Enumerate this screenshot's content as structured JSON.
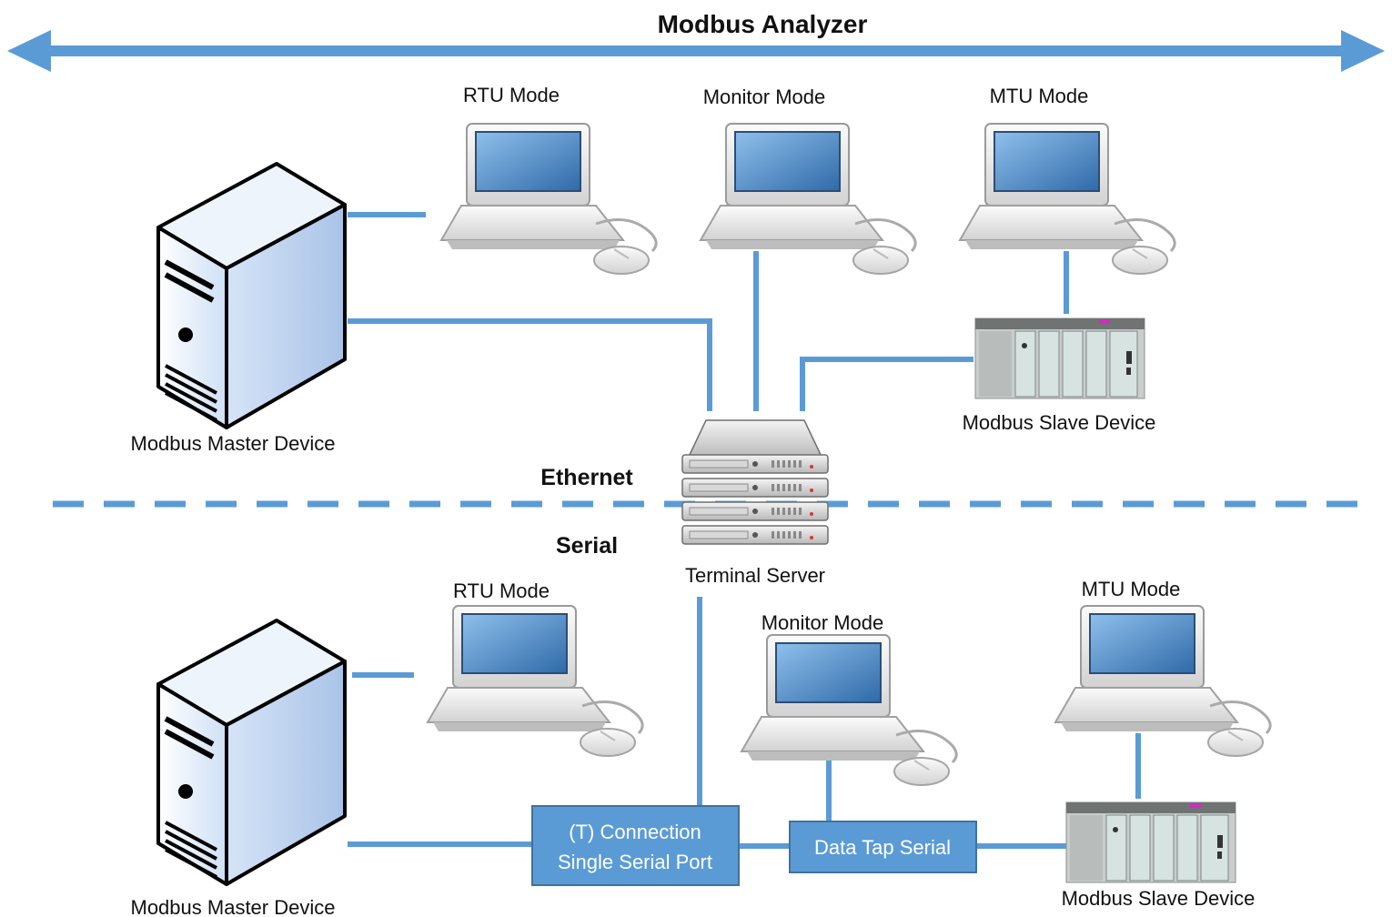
{
  "title": "Modbus Analyzer",
  "colors": {
    "accent": "#5b9bd5",
    "box_fill": "#5b9bd5",
    "box_border": "#41719c",
    "text": "#111111"
  },
  "sections": {
    "ethernet": "Ethernet",
    "serial": "Serial"
  },
  "ethernet": {
    "master": "Modbus Master Device",
    "rtu": "RTU Mode",
    "monitor": "Monitor Mode",
    "mtu": "MTU Mode",
    "slave": "Modbus Slave Device",
    "terminal": "Terminal Server"
  },
  "serial": {
    "master": "Modbus Master Device",
    "rtu": "RTU Mode",
    "monitor": "Monitor Mode",
    "mtu": "MTU Mode",
    "slave": "Modbus Slave Device",
    "connection_line1": "(T) Connection",
    "connection_line2": "Single Serial Port",
    "data_tap": "Data Tap Serial"
  },
  "icons": [
    "server-tower-icon",
    "desktop-computer-icon",
    "mouse-icon",
    "plc-rack-icon",
    "rack-server-icon"
  ]
}
